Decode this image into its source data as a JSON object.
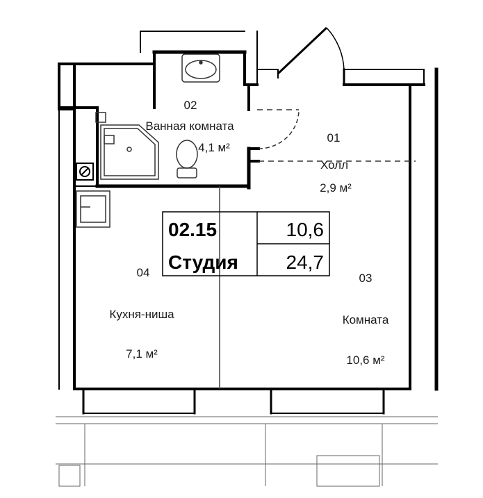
{
  "apartment": {
    "number": "02.15",
    "type": "Студия",
    "living_area": "10,6",
    "total_area": "24,7"
  },
  "rooms": [
    {
      "id": "01",
      "name": "Холл",
      "area": "2,9 м²"
    },
    {
      "id": "02",
      "name": "Ванная комната",
      "area": "4,1 м²"
    },
    {
      "id": "03",
      "name": "Комната",
      "area": "10,6 м²"
    },
    {
      "id": "04",
      "name": "Кухня-ниша",
      "area": "7,1 м²"
    }
  ],
  "colors": {
    "wall": "#000000",
    "line": "#333333",
    "background": "#ffffff"
  }
}
